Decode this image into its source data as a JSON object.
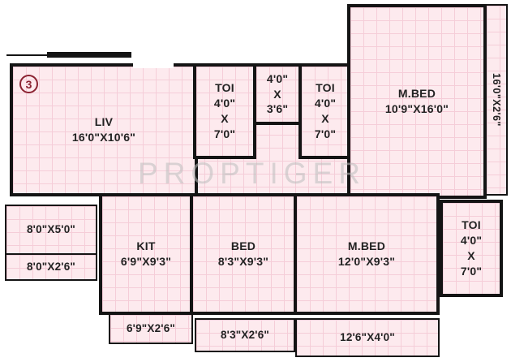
{
  "marker": "3",
  "watermark": "PROPTIGER",
  "rooms": {
    "living": {
      "name": "LIV",
      "dims": "16'0\"X10'6\""
    },
    "toilet_top_1": {
      "name": "TOI",
      "w": "4'0\"",
      "x": "X",
      "h": "7'0\""
    },
    "duct": {
      "w": "4'0\"",
      "x": "X",
      "h": "3'6\""
    },
    "toilet_top_2": {
      "name": "TOI",
      "w": "4'0\"",
      "x": "X",
      "h": "7'0\""
    },
    "master_bed_top": {
      "name": "M.BED",
      "dims": "10'9\"X16'0\""
    },
    "kitchen": {
      "name": "KIT",
      "dims": "6'9\"X9'3\""
    },
    "bed": {
      "name": "BED",
      "dims": "8'3\"X9'3\""
    },
    "master_bed_bottom": {
      "name": "M.BED",
      "dims": "12'0\"X9'3\""
    },
    "toilet_bottom": {
      "name": "TOI",
      "w": "4'0\"",
      "x": "X",
      "h": "7'0\""
    }
  },
  "balconies": {
    "left_upper": {
      "dims": "8'0\"X5'0\""
    },
    "left_lower": {
      "dims": "8'0\"X2'6\""
    },
    "right": {
      "dims": "16'0\"X2'6\""
    },
    "below_kitchen": {
      "dims": "6'9\"X2'6\""
    },
    "below_bed": {
      "dims": "8'3\"X2'6\""
    },
    "below_master_bed": {
      "dims": "12'6\"X4'0\""
    }
  },
  "colors": {
    "room_fill": "#fdeaee",
    "grid_line": "#f5cdd8",
    "wall": "#141414",
    "marker": "#8b2332",
    "text": "#222222",
    "watermark": "#bdbdbd"
  }
}
